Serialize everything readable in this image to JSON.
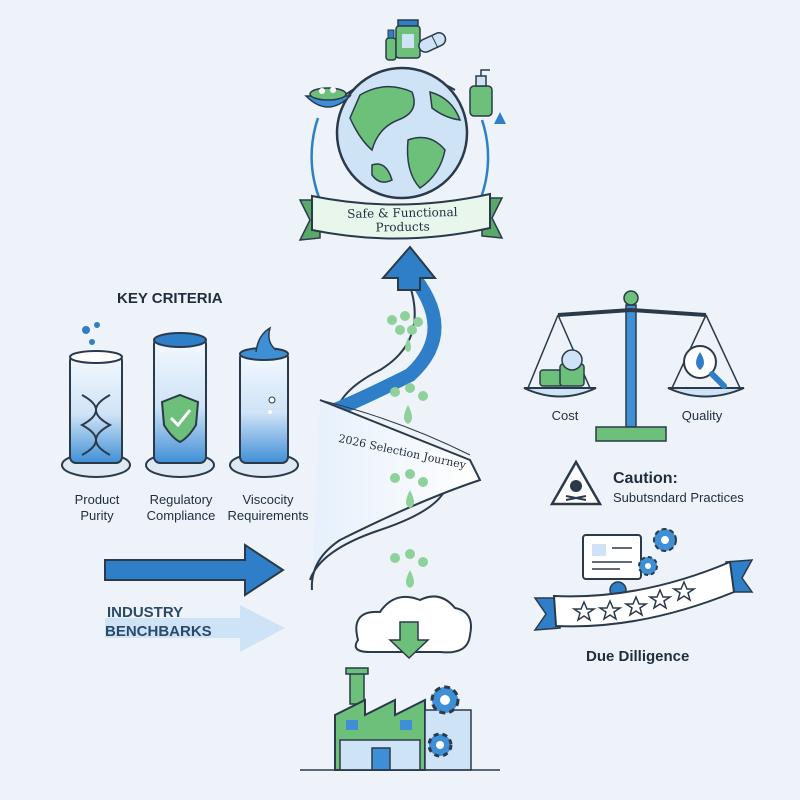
{
  "banner": {
    "text": "Safe & Functional Products"
  },
  "journey": {
    "label": "2026 Selection Journey"
  },
  "key_criteria": {
    "title": "KEY CRITERIA",
    "items": [
      {
        "label": "Product Purity"
      },
      {
        "label": "Regulatory Compliance"
      },
      {
        "label": "Viscocity Requirements"
      }
    ]
  },
  "benchmarks": {
    "line1": "INDUSTRY",
    "line2": "BENCHBARKS"
  },
  "scale": {
    "left_label": "Cost",
    "right_label": "Quality"
  },
  "caution": {
    "title": "Caution:",
    "subtitle": "Subutsndard Practices"
  },
  "due_diligence": {
    "label": "Due Dilligence"
  },
  "colors": {
    "blue": "#2f7fc8",
    "green": "#6cc07a",
    "navy": "#1f2d3d",
    "light_blue": "#cfe3f6"
  }
}
